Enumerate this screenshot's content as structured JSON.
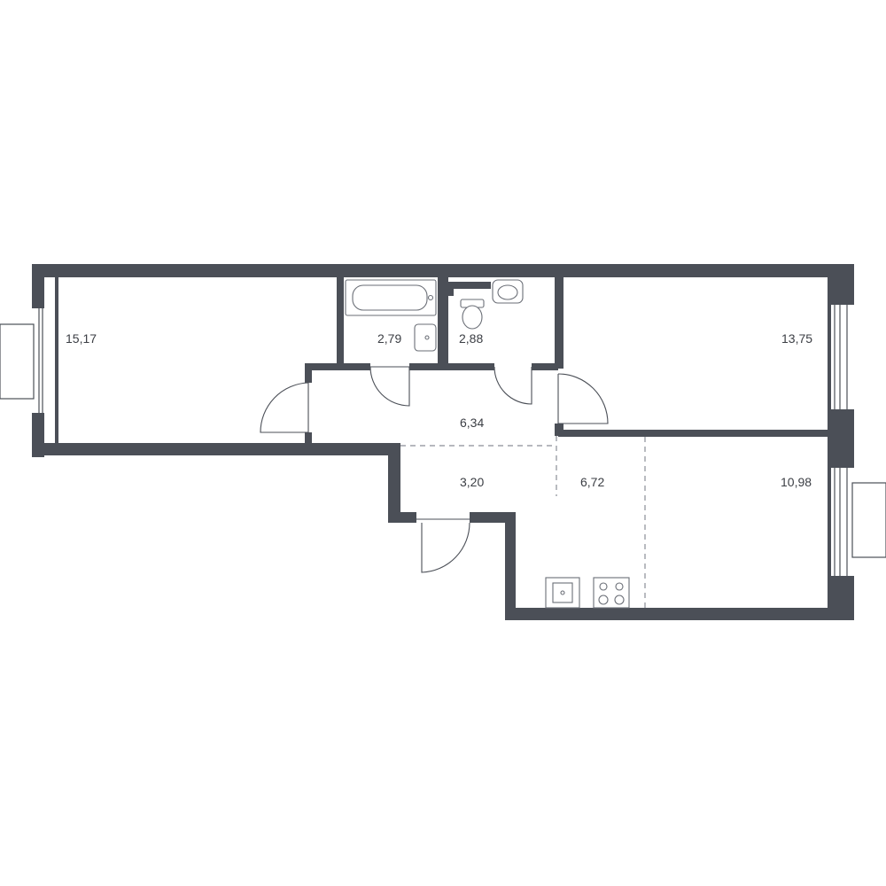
{
  "floor_plan": {
    "wall_color": "#4b4f57",
    "background": "#ffffff",
    "rooms": [
      {
        "id": "room-left",
        "area": "15,17"
      },
      {
        "id": "bathroom",
        "area": "2,79"
      },
      {
        "id": "toilet",
        "area": "2,88"
      },
      {
        "id": "room-top-right",
        "area": "13,75"
      },
      {
        "id": "hallway",
        "area": "6,34"
      },
      {
        "id": "entry",
        "area": "3,20"
      },
      {
        "id": "kitchen",
        "area": "6,72"
      },
      {
        "id": "living",
        "area": "10,98"
      }
    ],
    "fixtures": [
      "bathtub-icon",
      "sink-icon",
      "toilet-icon",
      "kitchen-sink-icon",
      "stove-icon"
    ]
  }
}
